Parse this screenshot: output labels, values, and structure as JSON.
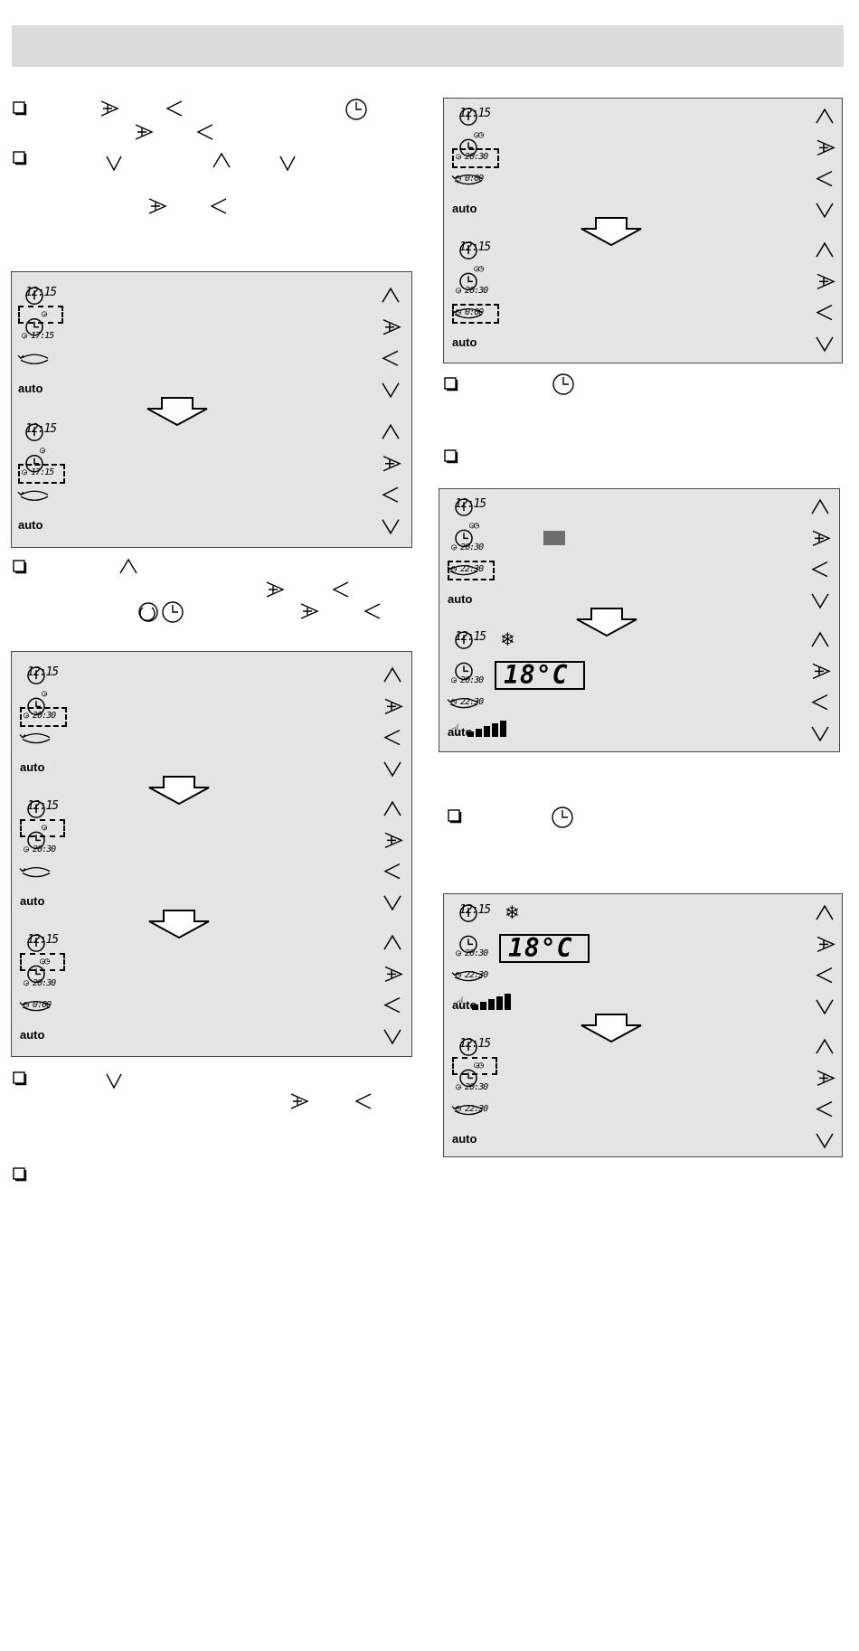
{
  "header": {
    "title": ""
  },
  "clock": "12:15",
  "auto_label": "auto",
  "panels": {
    "A1": {
      "sub": "17:15"
    },
    "A2": {
      "sub": "17:15"
    },
    "B1": {
      "sub": "20:30"
    },
    "B2": {
      "sub": "20:30"
    },
    "B3": {
      "sub1": "20:30",
      "sub2": "0:00"
    },
    "C1": {
      "sub1": "20:30",
      "sub2": "0:00"
    },
    "C2": {
      "sub1": "20:30",
      "sub2": "0:00"
    },
    "D1": {
      "sub1": "20:30",
      "sub2": "22:30"
    },
    "D2": {
      "sub1": "20:30",
      "sub2": "22:30",
      "temp": "18°C"
    },
    "E1": {
      "sub1": "20:30",
      "sub2": "22:30",
      "temp": "18°C"
    },
    "E2": {
      "sub1": "20:30",
      "sub2": "22:30"
    }
  },
  "colors": {
    "button_active": "#6d6d6d",
    "lcd": "#c8c8c8",
    "panel": "#e4e4e4",
    "header": "#dcdcdc"
  },
  "icons": [
    "power-icon",
    "clock-icon",
    "swing-icon",
    "up-chevron-icon",
    "plus-arrow-icon",
    "minus-arrow-icon",
    "down-chevron-icon",
    "snowflake-icon",
    "hand-icon",
    "checkbox-icon"
  ]
}
